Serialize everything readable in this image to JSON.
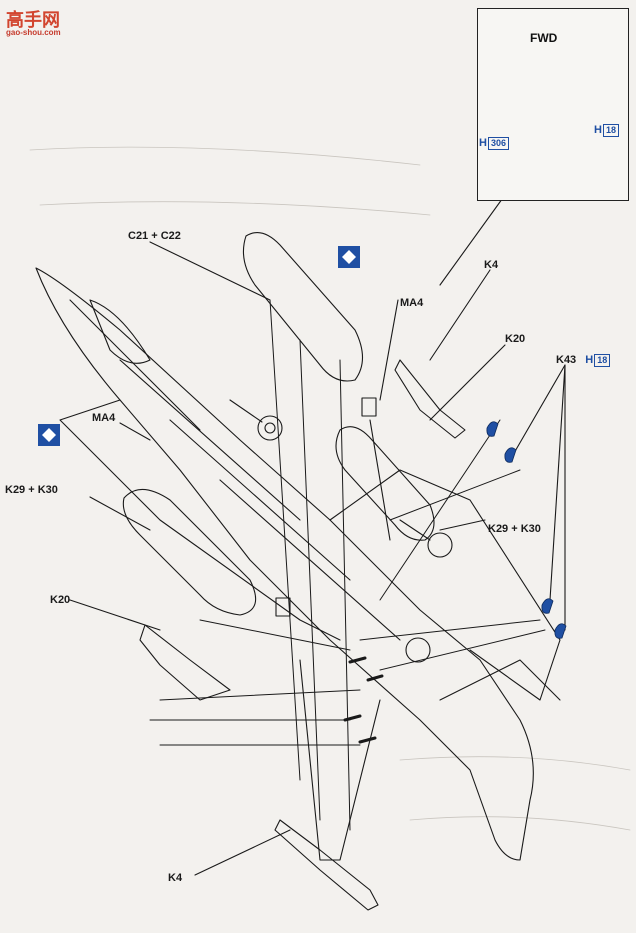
{
  "watermark": {
    "title": "高手网",
    "site": "gao-shou.com"
  },
  "inset": {
    "fwd_label": "FWD",
    "h_left": "306",
    "h_right": "18",
    "h_prefix": "H"
  },
  "labels": {
    "c21_c22": "C21 + C22",
    "ma4_top": "MA4",
    "ma4_left": "MA4",
    "k4_top": "K4",
    "k4_bottom": "K4",
    "k20_top": "K20",
    "k20_left": "K20",
    "k43": "K43",
    "k43_h": "18",
    "k29_k30_left": "K29 + K30",
    "k29_k30_right": "K29 + K30"
  },
  "colors": {
    "line": "#1a1a1a",
    "decal_blue": "#1f4fa3",
    "paper": "#f3f1ee"
  }
}
